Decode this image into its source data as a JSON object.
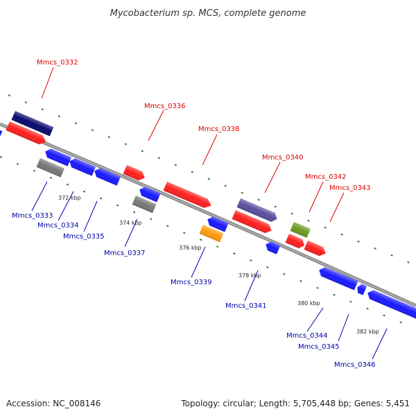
{
  "title": "Mycobacterium sp. MCS, complete genome",
  "footer": {
    "accession": "Accession: NC_008146",
    "summary": "Topology: circular; Length: 5,705,448 bp; Genes: 5,451"
  },
  "colors": {
    "label_forward": "#dd0000",
    "label_reverse": "#0000aa",
    "backbone": "#888888",
    "dots": "#228822",
    "red": "#ff2020",
    "navy": "#0a0a6e",
    "blue": "#1a1aff",
    "gray": "#777777",
    "slate": "#5a4e9e",
    "olive": "#6f9a22",
    "orange": "#ff9a10"
  },
  "tick_labels": [
    "372 kbp",
    "374 kbp",
    "376 kbp",
    "378 kbp",
    "380 kbp",
    "382 kbp"
  ],
  "gene_labels": {
    "forward": [
      "Mmcs_0332",
      "Mmcs_0336",
      "Mmcs_0338",
      "Mmcs_0340",
      "Mmcs_0342",
      "Mmcs_0343"
    ],
    "reverse": [
      "Mmcs_0333",
      "Mmcs_0334",
      "Mmcs_0335",
      "Mmcs_0337",
      "Mmcs_0339",
      "Mmcs_0341",
      "Mmcs_0344",
      "Mmcs_0345",
      "Mmcs_0346"
    ]
  }
}
